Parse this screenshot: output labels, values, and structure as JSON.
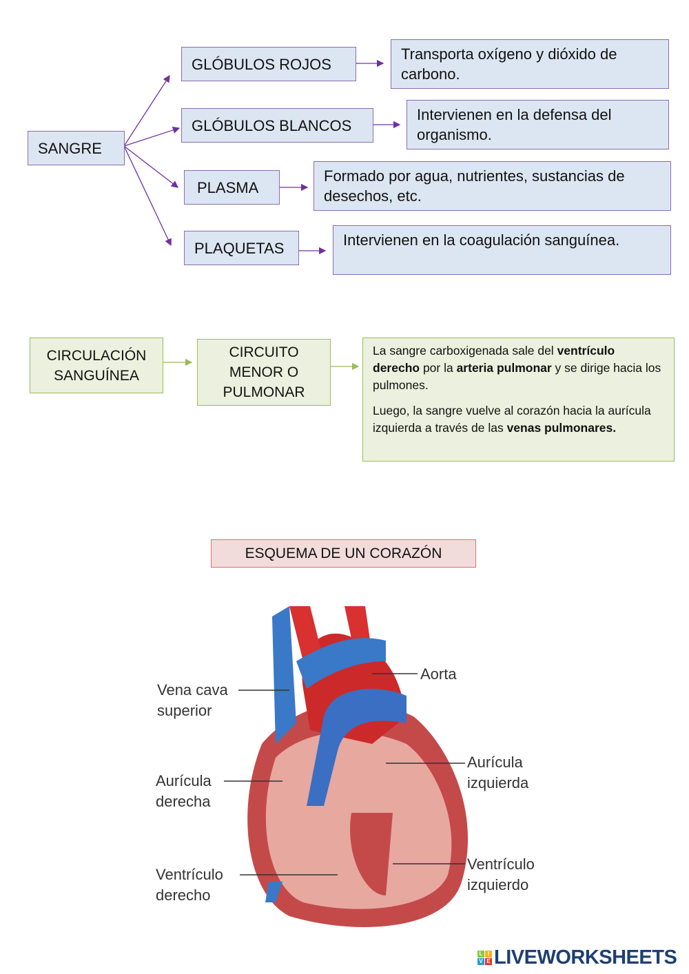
{
  "blood_map": {
    "root": "SANGRE",
    "items": [
      {
        "label": "GLÓBULOS ROJOS",
        "description": "Transporta oxígeno y dióxido de carbono."
      },
      {
        "label": "GLÓBULOS BLANCOS",
        "description": "Intervienen en la defensa del organismo."
      },
      {
        "label": "PLASMA",
        "description": "Formado por agua, nutrientes, sustancias de desechos, etc."
      },
      {
        "label": "PLAQUETAS",
        "description": "Intervienen en la coagulación sanguínea."
      }
    ]
  },
  "circulation": {
    "title": "CIRCULACIÓN SANGUÍNEA",
    "circuit": "CIRCUITO MENOR O PULMONAR",
    "p1": {
      "a": "La sangre carboxigenada sale del ",
      "b1": "ventrículo derecho",
      "c": " por la ",
      "b2": "arteria pulmonar",
      "d": " y se dirige hacia los pulmones."
    },
    "p2": {
      "a": "Luego, la sangre vuelve al corazón hacia la aurícula izquierda a través de las ",
      "b": "venas pulmonares."
    }
  },
  "heart": {
    "title": "ESQUEMA DE UN CORAZÓN",
    "labels": {
      "vena_cava": "Vena cava superior",
      "auricula_derecha": "Aurícula derecha",
      "ventriculo_derecho": "Ventrículo derecho",
      "aorta": "Aorta",
      "auricula_izquierda": "Aurícula izquierda",
      "ventriculo_izquierdo": "Ventrículo izquierdo"
    }
  },
  "logo": {
    "text": "LIVEWORKSHEETS",
    "letters": [
      "L",
      "I",
      "V",
      "E"
    ]
  },
  "colors": {
    "purple": "#7030a0",
    "blue_fill": "#dce6f2",
    "green_fill": "#ebf1de",
    "red_fill": "#f2dcdb",
    "logo": "#1d3f73"
  }
}
